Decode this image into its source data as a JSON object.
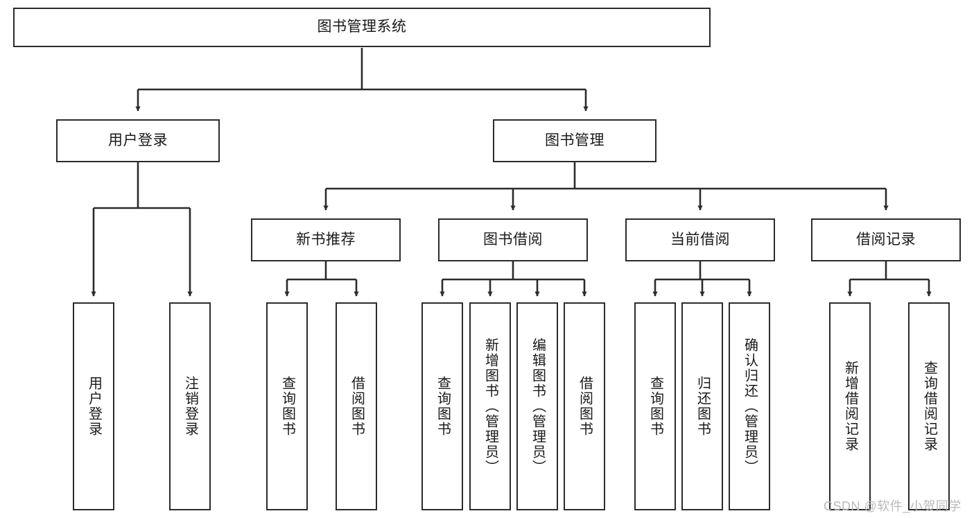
{
  "diagram": {
    "title": "图书管理系统",
    "type": "hierarchy-tree",
    "watermark": "CSDN @软件_小贺同学",
    "colors": {
      "stroke": "#2b2b2b",
      "fill": "#ffffff",
      "text": "#1a1a1a",
      "watermark": "#b9b9b9"
    },
    "levels": {
      "root": {
        "label": "图书管理系统"
      },
      "level2": [
        {
          "label": "用户登录"
        },
        {
          "label": "图书管理"
        }
      ],
      "level3": [
        {
          "label": "新书推荐"
        },
        {
          "label": "图书借阅"
        },
        {
          "label": "当前借阅"
        },
        {
          "label": "借阅记录"
        }
      ],
      "level4": {
        "user_login": [
          {
            "label": "用户登录"
          },
          {
            "label": "注销登录"
          }
        ],
        "new_book_recommend": [
          {
            "label": "查询图书"
          },
          {
            "label": "借阅图书"
          }
        ],
        "book_borrow": [
          {
            "label": "查询图书"
          },
          {
            "label": "新增图书（管理员）"
          },
          {
            "label": "编辑图书（管理员）"
          },
          {
            "label": "借阅图书"
          }
        ],
        "current_borrow": [
          {
            "label": "查询图书"
          },
          {
            "label": "归还图书"
          },
          {
            "label": "确认归还（管理员）"
          }
        ],
        "borrow_record": [
          {
            "label": "新增借阅记录"
          },
          {
            "label": "查询借阅记录"
          }
        ]
      }
    }
  }
}
